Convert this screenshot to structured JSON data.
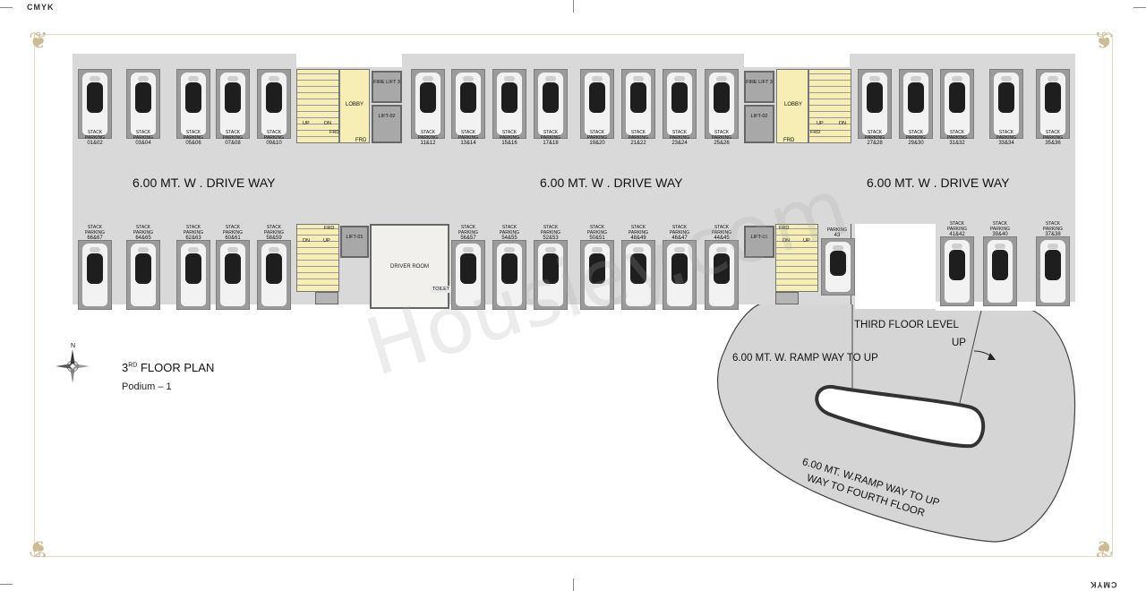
{
  "print_marks": {
    "cmyk_top": "CMYK",
    "cmyk_bottom": "CMYK"
  },
  "plan": {
    "title_main": "3",
    "title_sup": "RD",
    "title_rest": " FLOOR PLAN",
    "subtitle": "Podium – 1",
    "compass_north": "N",
    "watermark": "Housiey.com"
  },
  "driveways": [
    "6.00 MT. W . DRIVE WAY",
    "6.00 MT. W . DRIVE WAY",
    "6.00 MT. W . DRIVE WAY"
  ],
  "parking_word_1": "STACK",
  "parking_word_2": "PARKING",
  "top_parkings": [
    "01&02",
    "03&04",
    "05&06",
    "07&08",
    "09&10",
    "11&12",
    "13&14",
    "15&16",
    "17&18",
    "19&20",
    "21&22",
    "23&24",
    "25&26",
    "27&28",
    "29&30",
    "31&32",
    "33&34",
    "35&36"
  ],
  "bottom_parkings": [
    "66&67",
    "64&65",
    "62&63",
    "60&61",
    "58&59",
    "56&57",
    "54&55",
    "52&53",
    "50&51",
    "48&49",
    "46&47",
    "44&45",
    "41&42",
    "39&40",
    "37&38"
  ],
  "single_parking": {
    "word": "PARKING",
    "number": "43"
  },
  "core_labels": {
    "lobby": "LOBBY",
    "fire_lift": "FIRE LIFT 3",
    "lift_02": "LIFT-02",
    "lift_01": "LIFT-01",
    "up": "UP",
    "dn": "DN",
    "frd": "FRD",
    "driver_room": "DRIVER ROOM",
    "toilet": "TOILET"
  },
  "ramp": {
    "third_floor_level": "THIRD FLOOR LEVEL",
    "up": "UP",
    "ramp_up": "6.00  MT. W. RAMP WAY TO  UP",
    "ramp_fourth_1": "6.00 MT. W.RAMP WAY TO UP",
    "ramp_fourth_2": "WAY TO FOURTH FLOOR"
  }
}
